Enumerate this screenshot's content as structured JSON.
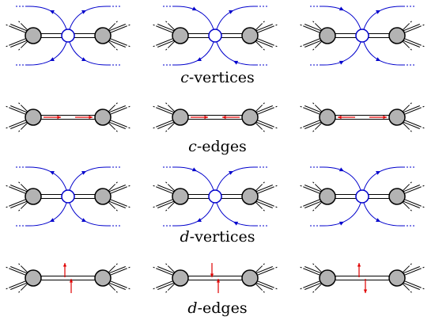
{
  "rows": [
    {
      "kind": "vertex",
      "caption": {
        "variable": "c",
        "suffix": "-vertices"
      },
      "panels": [
        {
          "upper_left_out": true,
          "upper_right_out": true,
          "lower_left_out": true,
          "lower_right_out": true
        },
        {
          "upper_left_out": false,
          "upper_right_out": true,
          "lower_left_out": true,
          "lower_right_out": false
        },
        {
          "upper_left_out": false,
          "upper_right_out": true,
          "lower_left_out": false,
          "lower_right_out": true
        }
      ]
    },
    {
      "kind": "edge-horizontal",
      "caption": {
        "variable": "c",
        "suffix": "-edges"
      },
      "panels": [
        {
          "left_arrow": "right",
          "right_arrow": "right"
        },
        {
          "left_arrow": "right",
          "right_arrow": "left"
        },
        {
          "left_arrow": "left",
          "right_arrow": "right"
        }
      ]
    },
    {
      "kind": "vertex",
      "caption": {
        "variable": "d",
        "suffix": "-vertices"
      },
      "panels": [
        {
          "upper_left_out": true,
          "upper_right_out": true,
          "lower_left_out": true,
          "lower_right_out": true
        },
        {
          "upper_left_out": false,
          "upper_right_out": true,
          "lower_left_out": true,
          "lower_right_out": false
        },
        {
          "upper_left_out": false,
          "upper_right_out": true,
          "lower_left_out": false,
          "lower_right_out": true
        }
      ]
    },
    {
      "kind": "edge-vertical",
      "caption": {
        "variable": "d",
        "suffix": "-edges"
      },
      "panels": [
        {
          "above_arrow": "up",
          "below_arrow": "up"
        },
        {
          "above_arrow": "down",
          "below_arrow": "up"
        },
        {
          "above_arrow": "up",
          "below_arrow": "down"
        }
      ]
    }
  ],
  "colors": {
    "stroke": "#000000",
    "node_fill": "#b3b3b3",
    "vertex_fill": "#ffffff",
    "vertex_stroke": "#0000cc",
    "curve": "#0000cc",
    "arrow": "#e00000"
  }
}
